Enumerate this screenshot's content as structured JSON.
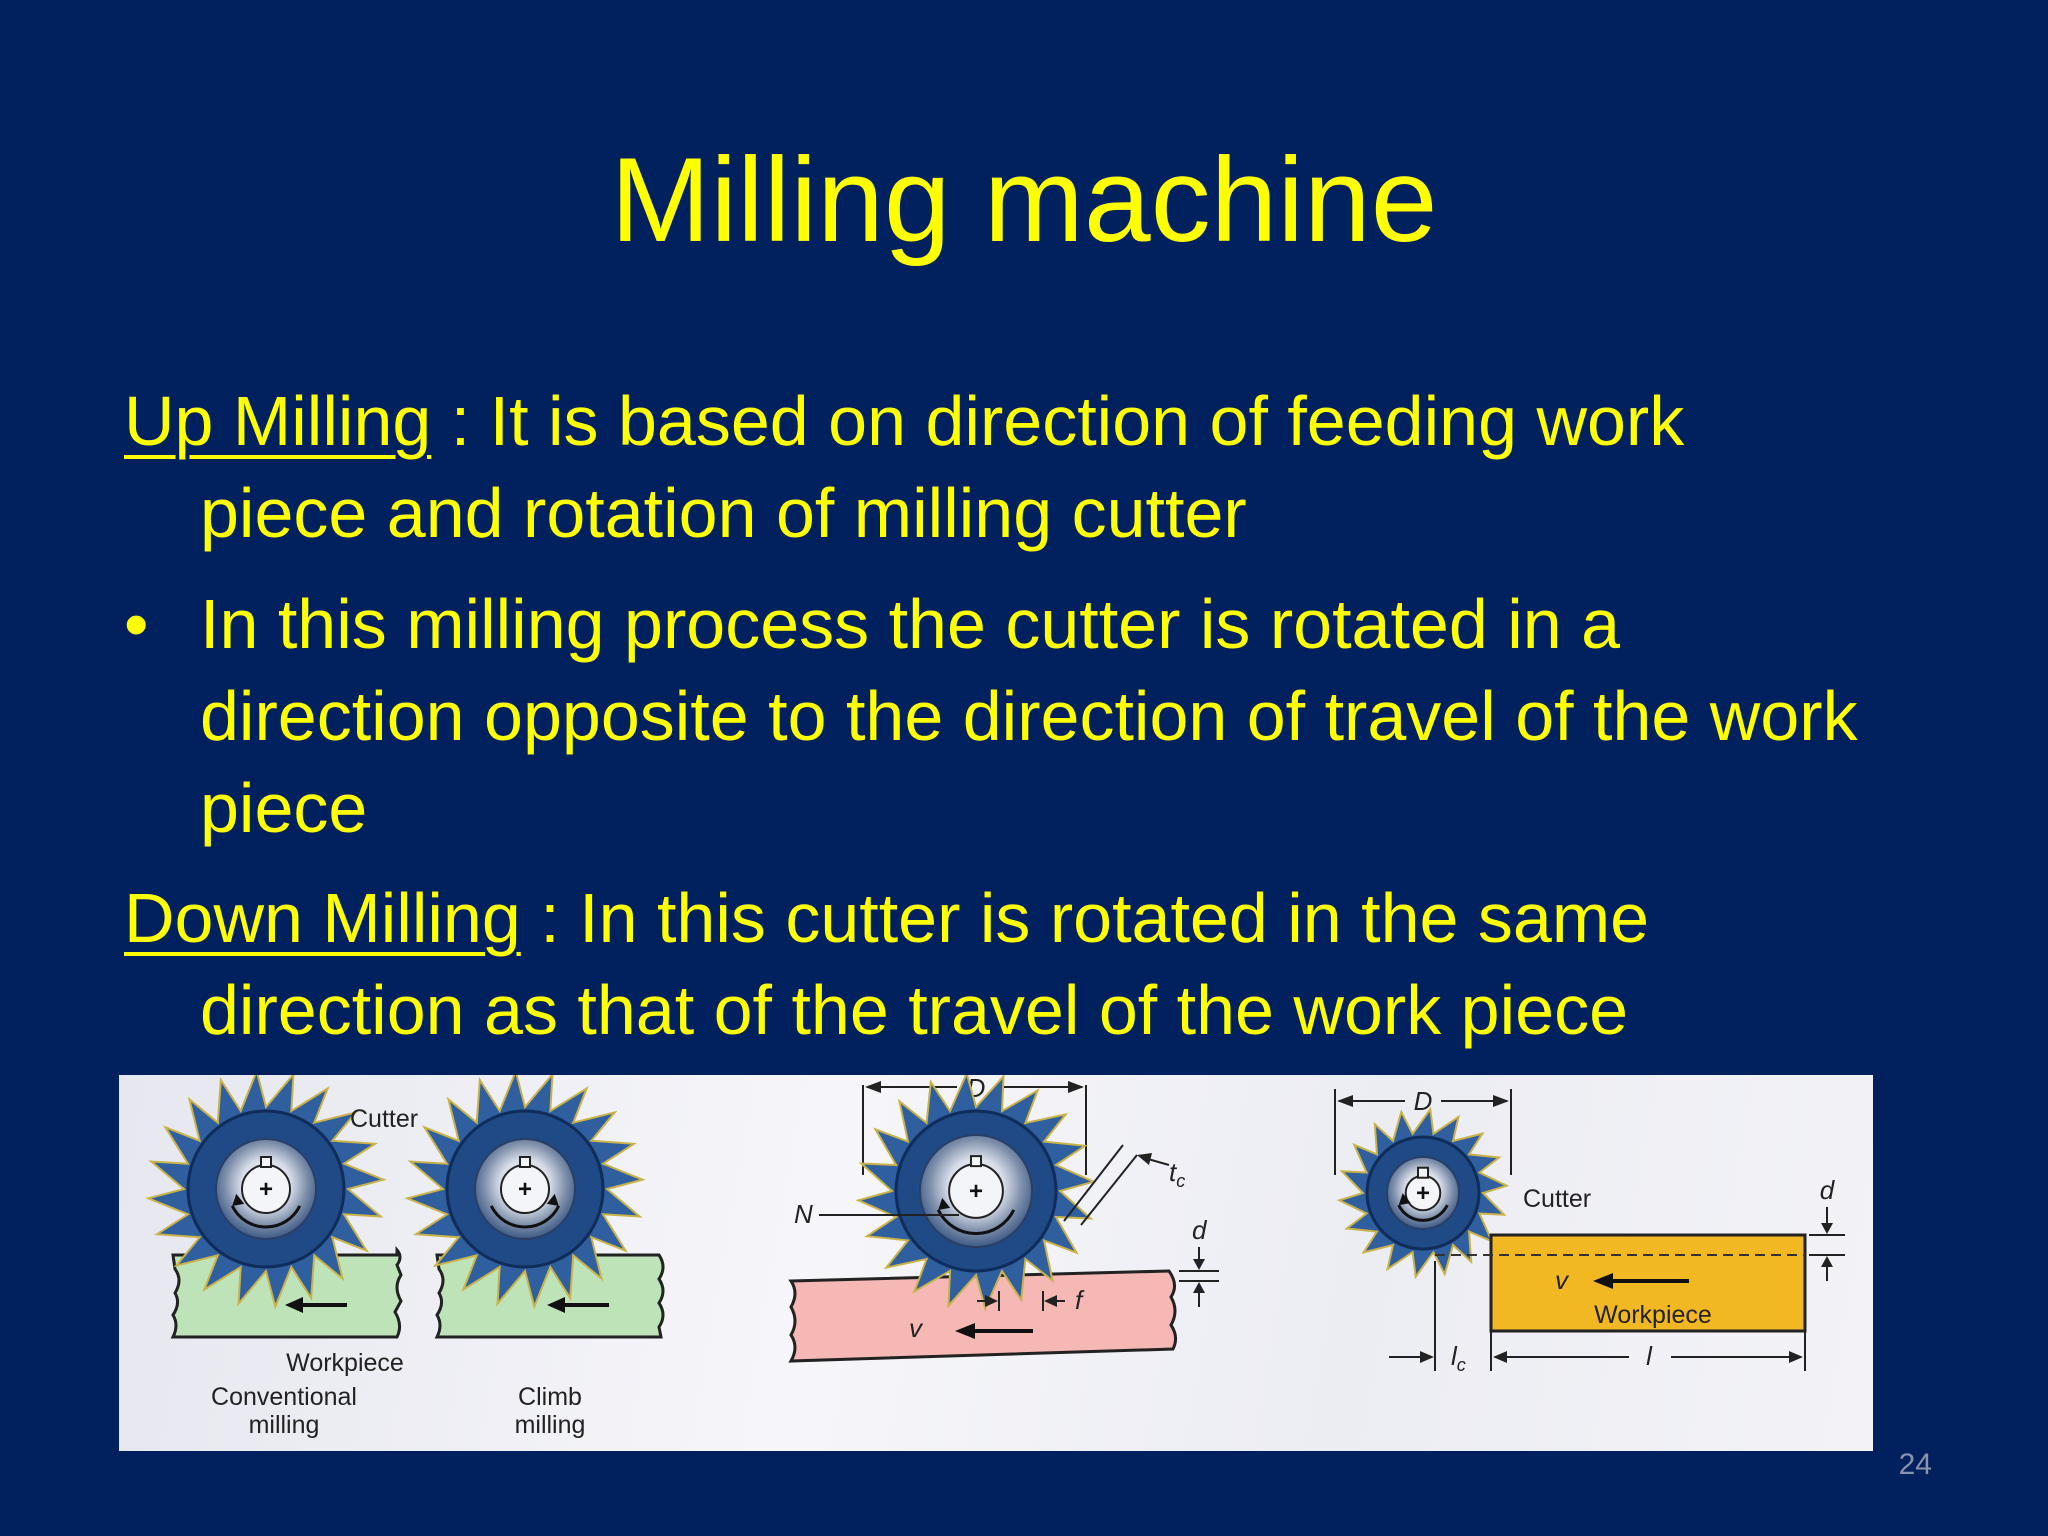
{
  "slide": {
    "title": "Milling machine",
    "page_number": "24"
  },
  "up_milling": {
    "term": "Up Milling",
    "first_line_rest": " : It is based on direction of feeding work",
    "continuation": "piece and rotation of milling cutter"
  },
  "bullet": {
    "marker": "•",
    "text": "In this milling process the cutter is rotated in a direction opposite to the direction of travel of the work piece"
  },
  "down_milling": {
    "term": "Down Milling",
    "first_line_rest": " : In this cutter is rotated in the same",
    "continuation": "direction as that of the travel of the work piece"
  },
  "figure": {
    "left": {
      "cutter_label": "Cutter",
      "workpiece_label": "Workpiece",
      "conventional_line1": "Conventional",
      "conventional_line2": "milling",
      "climb_line1": "Climb",
      "climb_line2": "milling"
    },
    "middle": {
      "d_label": "D",
      "tc_label": "t",
      "tc_sub": "c",
      "n_label": "N",
      "depth_label": "d",
      "f_label": "f",
      "v_label": "v"
    },
    "right": {
      "d_label": "D",
      "cutter_label": "Cutter",
      "depth_label": "d",
      "v_label": "v",
      "workpiece_label": "Workpiece",
      "lc_label": "l",
      "lc_sub": "c",
      "l_label": "l"
    },
    "colors": {
      "cutter": "#2f5f9e",
      "cutter_teeth_edge": "#c9b24a",
      "conventional_workpiece": "#bfe3b8",
      "middle_workpiece": "#f6b8b4",
      "right_workpiece": "#f2b824"
    }
  },
  "colors": {
    "background": "#00205e",
    "text": "#ffff00",
    "page_number": "#8a93ad"
  }
}
